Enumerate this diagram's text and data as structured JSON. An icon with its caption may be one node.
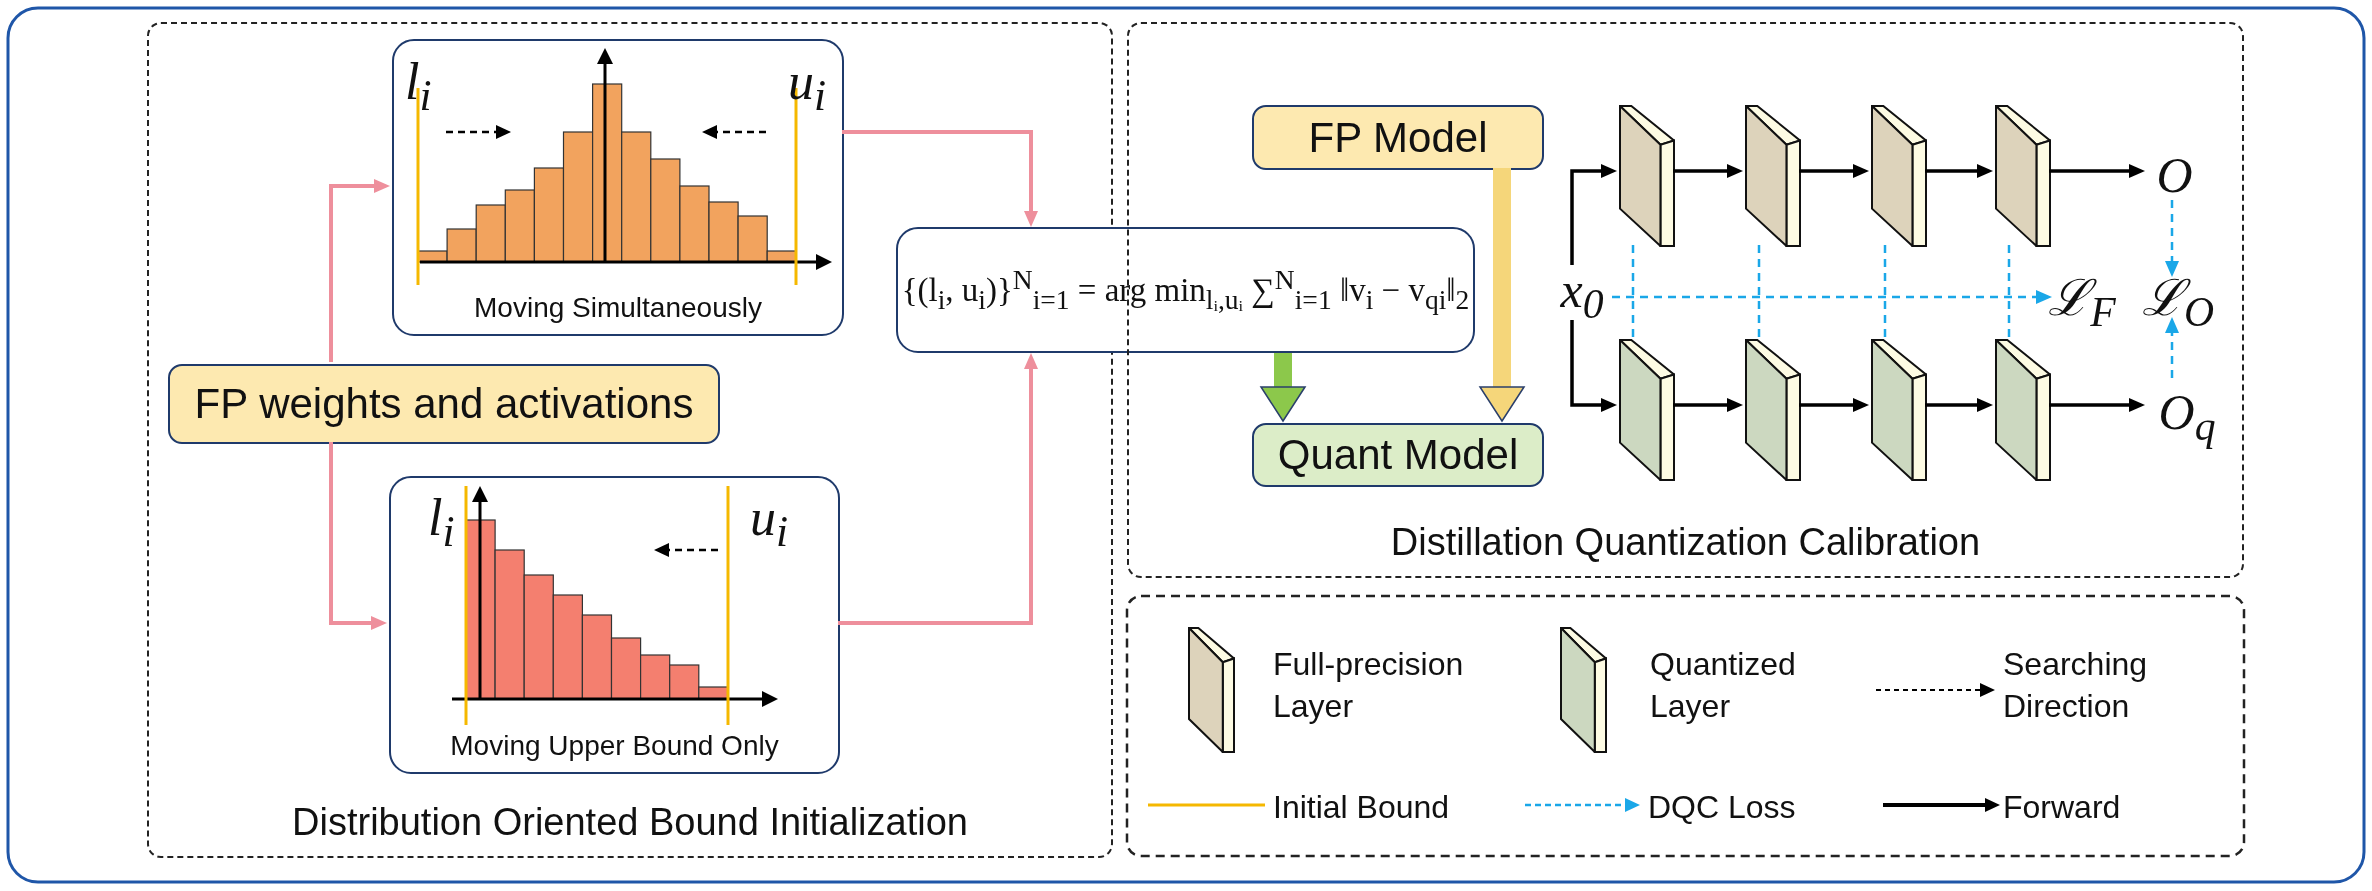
{
  "diagram": {
    "nodes": [
      {
        "text": [
          "Distribution Oriented Bound Initialization"
        ]
      },
      {
        "text": [
          "Moving Simultaneously"
        ],
        "in": 0
      },
      {
        "text": [
          "FP weights and activations"
        ],
        "in": 0
      },
      {
        "text": [
          "Moving Upper Bound Only"
        ],
        "in": 0
      },
      {
        "text": [
          "{(l$_{i}$, u$_{i}$)}$^{N}$$_{i=1}$ = arg min$_{lᵢ,uᵢ}$ ∑$^{N}$$_{i=1}$ ‖v$_{i}$ − v$_{qi}$‖$_{2}$"
        ]
      },
      {
        "text": [
          "Distillation Quantization Calibration"
        ]
      },
      {
        "text": [
          "FP Model"
        ],
        "in": 5
      },
      {
        "text": [
          "Quant Model"
        ],
        "in": 5
      },
      {
        "text": [],
        "shape": "box",
        "in": 5
      },
      {
        "text": [],
        "shape": "box",
        "in": 5
      },
      {
        "text": [],
        "shape": "box",
        "in": 5
      },
      {
        "text": [],
        "shape": "box",
        "in": 5
      },
      {
        "text": [],
        "shape": "box",
        "in": 5
      },
      {
        "text": [],
        "shape": "box",
        "in": 5
      },
      {
        "text": [],
        "shape": "box",
        "in": 5
      },
      {
        "text": [],
        "shape": "box",
        "in": 5
      },
      {
        "text": [
          "x$_{0}$"
        ],
        "in": 5
      },
      {
        "text": [
          "O"
        ],
        "in": 5
      },
      {
        "text": [
          "O$_{q}$"
        ],
        "in": 5
      },
      {
        "text": [
          "ℒ$_{F}$"
        ],
        "in": 5
      },
      {
        "text": [
          "ℒ$_{O}$"
        ],
        "in": 5
      }
    ],
    "edges": [
      {
        "from": 2,
        "to": 1,
        "arrow": "to",
        "color": "#ee8f9c"
      },
      {
        "from": 2,
        "to": 3,
        "arrow": "to",
        "color": "#ee8f9c"
      },
      {
        "from": 1,
        "to": 4,
        "arrow": "to",
        "color": "#ee8f9c"
      },
      {
        "from": 3,
        "to": 4,
        "arrow": "to",
        "color": "#ee8f9c"
      },
      {
        "from": 4,
        "to": 7,
        "arrow": "to",
        "style": "thick",
        "color": "#8cc84b"
      },
      {
        "from": 6,
        "to": 7,
        "arrow": "to",
        "style": "thick",
        "color": "#f5d67a"
      },
      {
        "from": 16,
        "to": 8,
        "arrow": "to"
      },
      {
        "from": 8,
        "to": 9,
        "arrow": "to"
      },
      {
        "from": 9,
        "to": 10,
        "arrow": "to"
      },
      {
        "from": 10,
        "to": 11,
        "arrow": "to"
      },
      {
        "from": 11,
        "to": 17,
        "arrow": "to"
      },
      {
        "from": 16,
        "to": 12,
        "arrow": "to"
      },
      {
        "from": 12,
        "to": 13,
        "arrow": "to"
      },
      {
        "from": 13,
        "to": 14,
        "arrow": "to"
      },
      {
        "from": 14,
        "to": 15,
        "arrow": "to"
      },
      {
        "from": 15,
        "to": 18,
        "arrow": "to"
      },
      {
        "from": 8,
        "to": 12,
        "arrow": "none",
        "style": "dashed",
        "color": "#1aa7e8"
      },
      {
        "from": 9,
        "to": 13,
        "arrow": "none",
        "style": "dashed",
        "color": "#1aa7e8"
      },
      {
        "from": 10,
        "to": 14,
        "arrow": "none",
        "style": "dashed",
        "color": "#1aa7e8"
      },
      {
        "from": 11,
        "to": 15,
        "arrow": "none",
        "style": "dashed",
        "color": "#1aa7e8"
      },
      {
        "from": 16,
        "to": 19,
        "arrow": "to",
        "style": "dashed",
        "color": "#1aa7e8"
      },
      {
        "from": 17,
        "to": 20,
        "arrow": "to",
        "style": "dashed",
        "color": "#1aa7e8"
      },
      {
        "from": 18,
        "to": 20,
        "arrow": "to",
        "style": "dashed",
        "color": "#1aa7e8"
      }
    ],
    "labels": [
      "l$_{i}$",
      "u$_{i}$",
      "l$_{i}$",
      "u$_{i}$"
    ],
    "legend": [
      {
        "text": "Full-precision Layer"
      },
      {
        "text": "Quantized Layer"
      },
      {
        "text": "Searching Direction"
      },
      {
        "text": "Initial Bound"
      },
      {
        "text": "DQC Loss"
      },
      {
        "text": "Forward"
      }
    ]
  }
}
